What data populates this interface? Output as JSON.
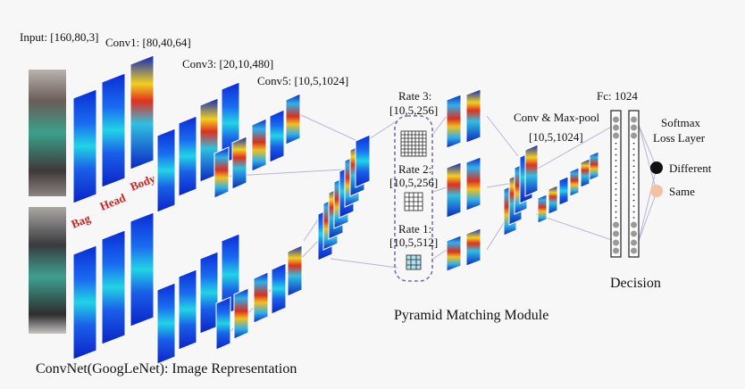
{
  "labels": {
    "input": "Input: [160,80,3]",
    "conv1": "Conv1: [80,40,64]",
    "conv3": "Conv3: [20,10,480]",
    "conv5": "Conv5: [10,5,1024]",
    "rate3": "Rate 3:",
    "rate3_dim": "[10,5,256]",
    "rate2": "Rate 2:",
    "rate2_dim": "[10,5,256]",
    "rate1": "Rate 1:",
    "rate1_dim": "[10,5,512]",
    "conv_maxpool": "Conv & Max-pool",
    "conv_maxpool_dim": "[10,5,1024]",
    "fc": "Fc: 1024",
    "softmax_line1": "Softmax",
    "softmax_line2": "Loss Layer",
    "different": "Different",
    "same": "Same",
    "bag": "Bag",
    "head": "Head",
    "body": "Body",
    "pyramid": "Pyramid Matching Module",
    "decision": "Decision",
    "convnet": "ConvNet(GoogLeNet): Image Representation"
  },
  "colors": {
    "different": "#111111",
    "same": "#f3c2a0",
    "annotation_red": "#d42020",
    "connector": "#b9b4d6",
    "dashed_box": "#7a6fa8"
  }
}
